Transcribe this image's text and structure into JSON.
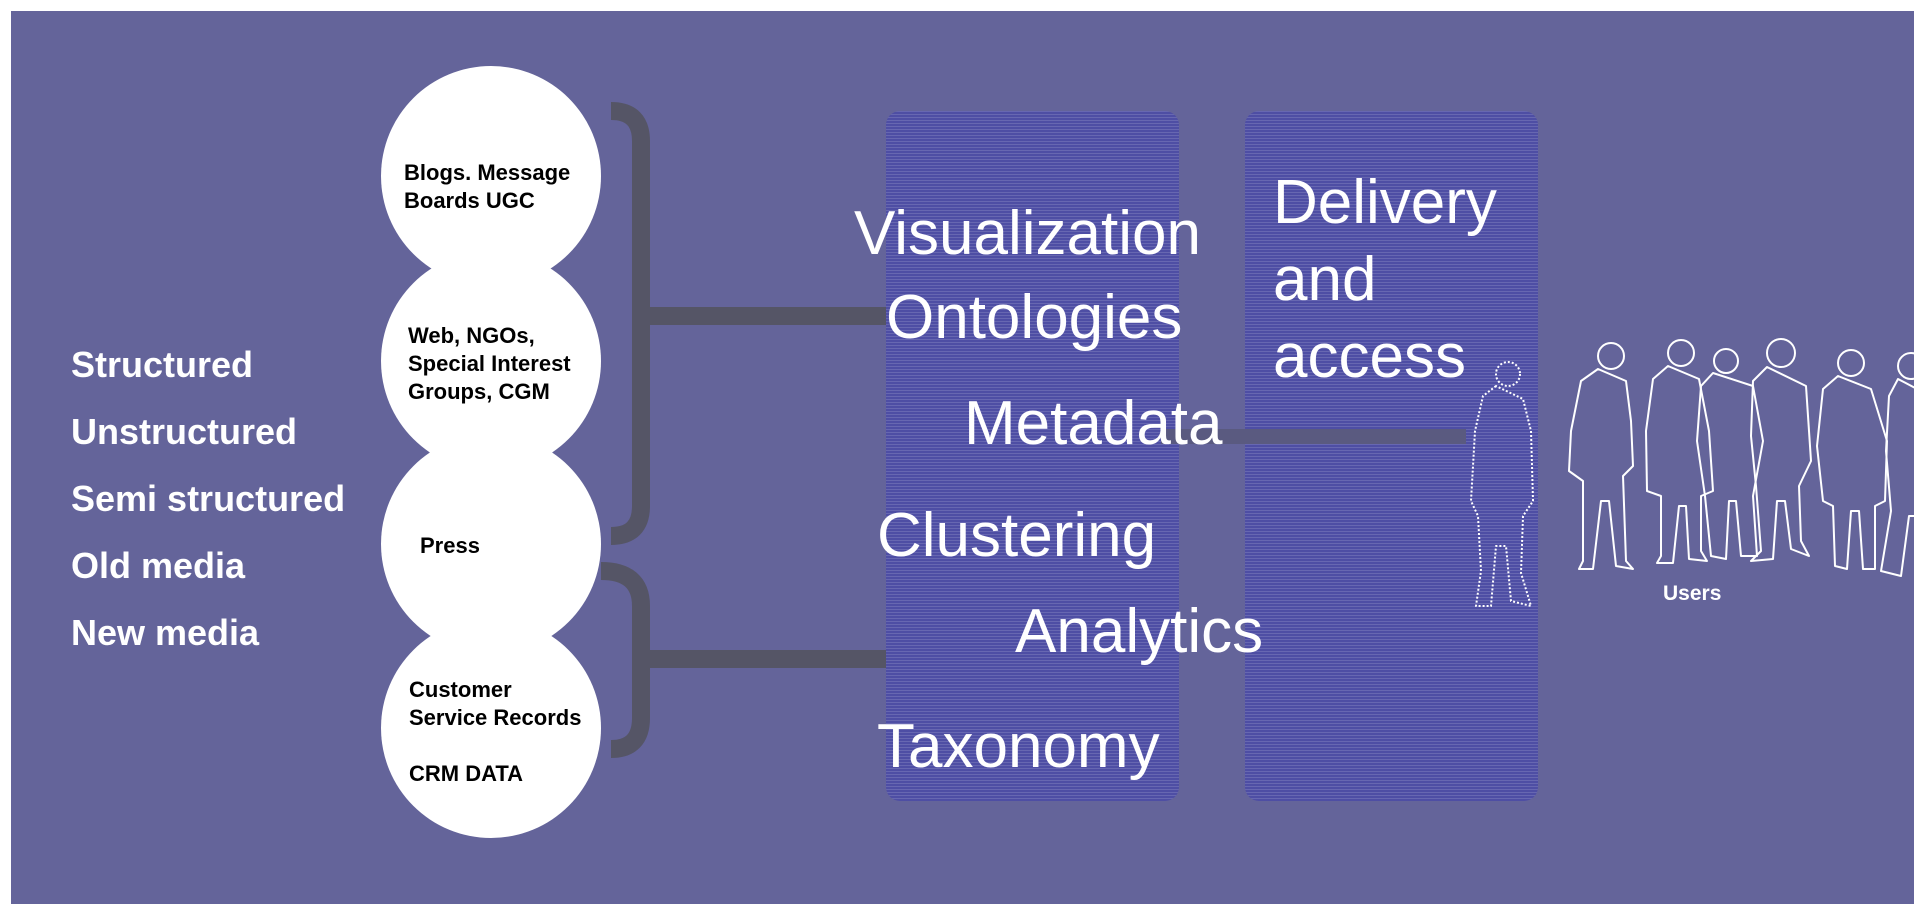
{
  "colors": {
    "background": "#64649a",
    "panel": "#4e4ea4",
    "bracket": "#555566",
    "circle_fill": "#ffffff",
    "text_light": "#ffffff",
    "text_dark": "#000000"
  },
  "data_types": [
    "Structured",
    "Unstructured",
    "Semi structured",
    "Old media",
    "New media"
  ],
  "sources": {
    "blogs": "Blogs. Message\nBoards UGC",
    "web": "Web, NGOs,\nSpecial Interest\nGroups, CGM",
    "press": "Press",
    "customer": "Customer\nService Records",
    "crm": "CRM DATA"
  },
  "processing": {
    "visualization": "Visualization",
    "ontologies": "Ontologies",
    "metadata": "Metadata",
    "clustering": "Clustering",
    "analytics": "Analytics",
    "taxonomy": "Taxonomy"
  },
  "delivery": {
    "label": "Delivery\nand\naccess"
  },
  "users": {
    "label": "Users",
    "icon": "people-group-silhouette-icon"
  }
}
